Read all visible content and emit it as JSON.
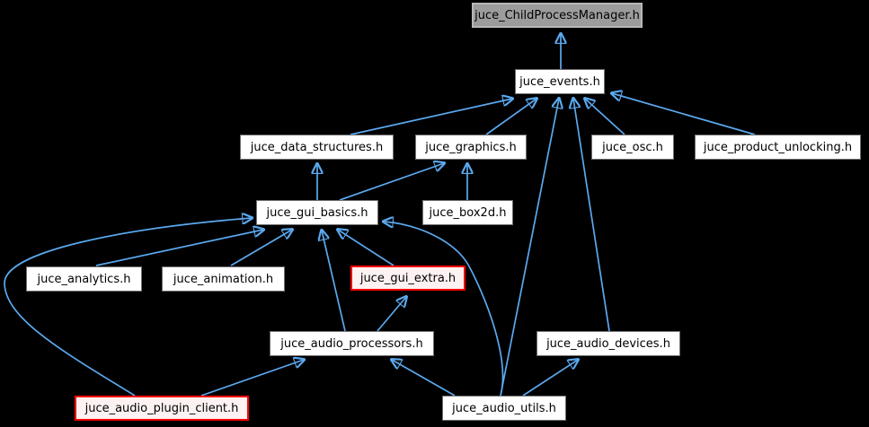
{
  "diagram": {
    "kind": "include-dependency-graph",
    "background_color": "#000000",
    "edge_color": "#5ba9ef",
    "node_fill": "#ffffff",
    "node_border": "#6f6f6f",
    "current_node_fill": "#9c9c9c",
    "current_node_border": "#b7b7b7",
    "highlight_node_fill": "#fdf2f2",
    "highlight_node_border": "#ff0000",
    "text_color": "#000000"
  },
  "nodes": [
    {
      "id": "child_process_manager",
      "label": "juce_ChildProcessManager.h",
      "variant": "current"
    },
    {
      "id": "events",
      "label": "juce_events.h",
      "variant": "normal"
    },
    {
      "id": "data_structures",
      "label": "juce_data_structures.h",
      "variant": "normal"
    },
    {
      "id": "graphics",
      "label": "juce_graphics.h",
      "variant": "normal"
    },
    {
      "id": "osc",
      "label": "juce_osc.h",
      "variant": "normal"
    },
    {
      "id": "product_unlocking",
      "label": "juce_product_unlocking.h",
      "variant": "normal"
    },
    {
      "id": "gui_basics",
      "label": "juce_gui_basics.h",
      "variant": "normal"
    },
    {
      "id": "box2d",
      "label": "juce_box2d.h",
      "variant": "normal"
    },
    {
      "id": "analytics",
      "label": "juce_analytics.h",
      "variant": "normal"
    },
    {
      "id": "animation",
      "label": "juce_animation.h",
      "variant": "normal"
    },
    {
      "id": "gui_extra",
      "label": "juce_gui_extra.h",
      "variant": "highlight"
    },
    {
      "id": "audio_processors",
      "label": "juce_audio_processors.h",
      "variant": "normal"
    },
    {
      "id": "audio_devices",
      "label": "juce_audio_devices.h",
      "variant": "normal"
    },
    {
      "id": "audio_plugin_client",
      "label": "juce_audio_plugin_client.h",
      "variant": "highlight"
    },
    {
      "id": "audio_utils",
      "label": "juce_audio_utils.h",
      "variant": "normal"
    }
  ],
  "edges": [
    {
      "from": "events",
      "to": "child_process_manager"
    },
    {
      "from": "data_structures",
      "to": "events"
    },
    {
      "from": "graphics",
      "to": "events"
    },
    {
      "from": "osc",
      "to": "events"
    },
    {
      "from": "product_unlocking",
      "to": "events"
    },
    {
      "from": "audio_devices",
      "to": "events"
    },
    {
      "from": "audio_utils",
      "to": "events"
    },
    {
      "from": "gui_basics",
      "to": "data_structures"
    },
    {
      "from": "gui_basics",
      "to": "graphics"
    },
    {
      "from": "box2d",
      "to": "graphics"
    },
    {
      "from": "analytics",
      "to": "gui_basics"
    },
    {
      "from": "animation",
      "to": "gui_basics"
    },
    {
      "from": "gui_extra",
      "to": "gui_basics"
    },
    {
      "from": "audio_processors",
      "to": "gui_basics"
    },
    {
      "from": "audio_processors",
      "to": "gui_extra"
    },
    {
      "from": "audio_plugin_client",
      "to": "gui_basics"
    },
    {
      "from": "audio_plugin_client",
      "to": "audio_processors"
    },
    {
      "from": "audio_utils",
      "to": "audio_processors"
    },
    {
      "from": "audio_utils",
      "to": "audio_devices"
    },
    {
      "from": "audio_utils",
      "to": "gui_basics"
    }
  ]
}
